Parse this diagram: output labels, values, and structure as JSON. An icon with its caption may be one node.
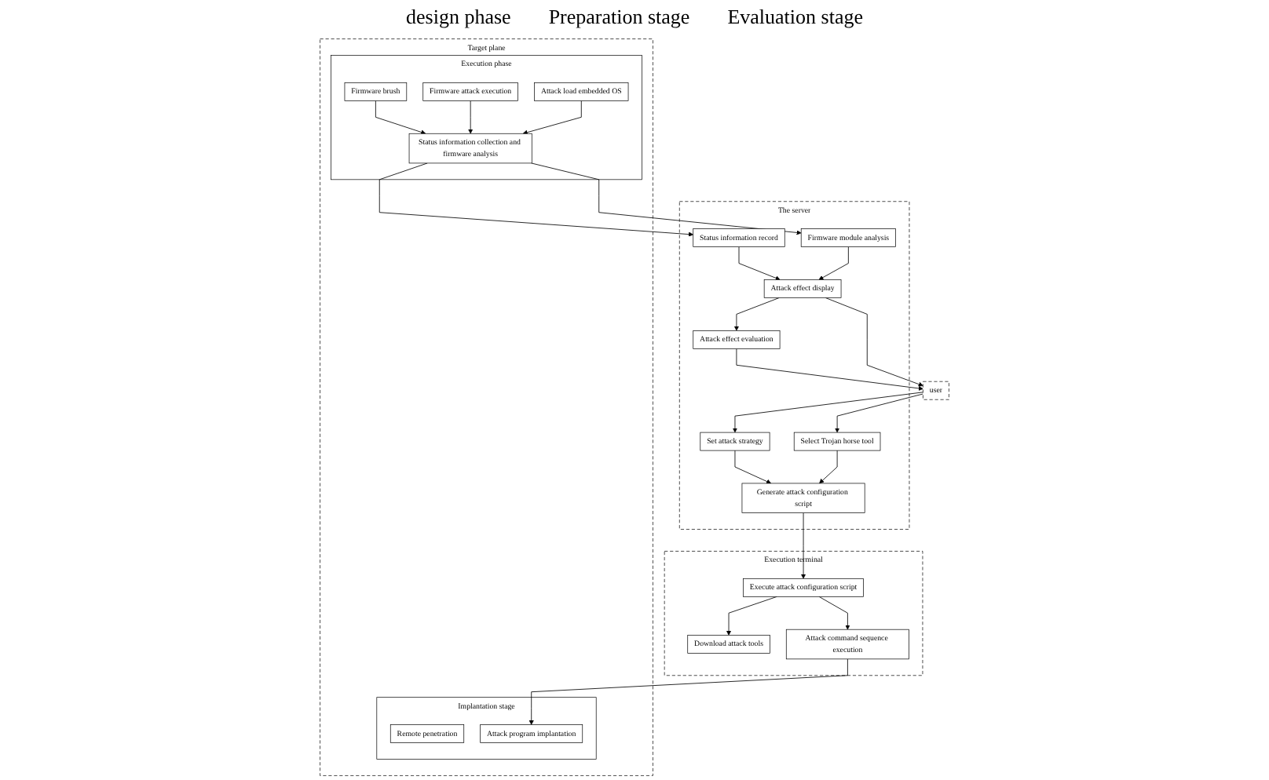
{
  "diagram": {
    "nodes": [
      {
        "text": [
          "user"
        ]
      },
      {
        "text": [
          "The server"
        ]
      },
      {
        "text": [
          "Set attack strategy"
        ],
        "in": 1
      },
      {
        "text": [
          "Select Trojan horse tool"
        ],
        "in": 1
      },
      {
        "text": [
          "Generate attack configuration script"
        ],
        "in": 1
      },
      {
        "text": [
          "Attack effect evaluation"
        ],
        "in": 1
      },
      {
        "text": [
          "Attack effect display"
        ],
        "in": 1
      },
      {
        "text": [
          "Status information record"
        ],
        "in": 1
      },
      {
        "text": [
          "Firmware module analysis"
        ],
        "in": 1
      },
      {
        "text": [
          "Execution terminal"
        ]
      },
      {
        "text": [
          "Execute attack configuration script"
        ],
        "in": 9
      },
      {
        "text": [
          "Download attack tools"
        ],
        "in": 9
      },
      {
        "text": [
          "Attack command sequence execution"
        ],
        "in": 9
      },
      {
        "text": [
          "Target plane"
        ]
      },
      {
        "text": [
          "Implantation stage"
        ],
        "in": 13
      },
      {
        "text": [
          "Remote penetration"
        ],
        "in": 14
      },
      {
        "text": [
          "Attack program implantation"
        ],
        "in": 14
      },
      {
        "text": [
          "Execution phase"
        ],
        "in": 13
      },
      {
        "text": [
          "Firmware brush"
        ],
        "in": 17
      },
      {
        "text": [
          "Firmware attack execution"
        ],
        "in": 17
      },
      {
        "text": [
          "Attack load embedded OS"
        ],
        "in": 17
      },
      {
        "text": [
          "Status information collection and firmware analysis"
        ],
        "in": 17
      }
    ],
    "edges": [
      {
        "from": 0,
        "to": 2,
        "arrow": "to"
      },
      {
        "from": 0,
        "to": 3,
        "arrow": "to"
      },
      {
        "from": 2,
        "to": 4,
        "arrow": "to"
      },
      {
        "from": 3,
        "to": 4,
        "arrow": "to"
      },
      {
        "from": 4,
        "to": 10,
        "arrow": "to"
      },
      {
        "from": 10,
        "to": 11,
        "arrow": "to"
      },
      {
        "from": 10,
        "to": 12,
        "arrow": "to"
      },
      {
        "from": 12,
        "to": 16,
        "arrow": "to"
      },
      {
        "from": 18,
        "to": 21,
        "arrow": "to"
      },
      {
        "from": 19,
        "to": 21,
        "arrow": "to"
      },
      {
        "from": 20,
        "to": 21,
        "arrow": "to"
      },
      {
        "from": 21,
        "to": 7,
        "arrow": "to"
      },
      {
        "from": 21,
        "to": 8,
        "arrow": "to"
      },
      {
        "from": 7,
        "to": 6,
        "arrow": "to"
      },
      {
        "from": 8,
        "to": 6,
        "arrow": "to"
      },
      {
        "from": 6,
        "to": 5,
        "arrow": "to"
      },
      {
        "from": 5,
        "to": 0,
        "arrow": "to"
      },
      {
        "from": 6,
        "to": 0,
        "arrow": "to"
      }
    ],
    "labels": [
      "design phase",
      "Preparation stage",
      "Evaluation stage"
    ]
  }
}
